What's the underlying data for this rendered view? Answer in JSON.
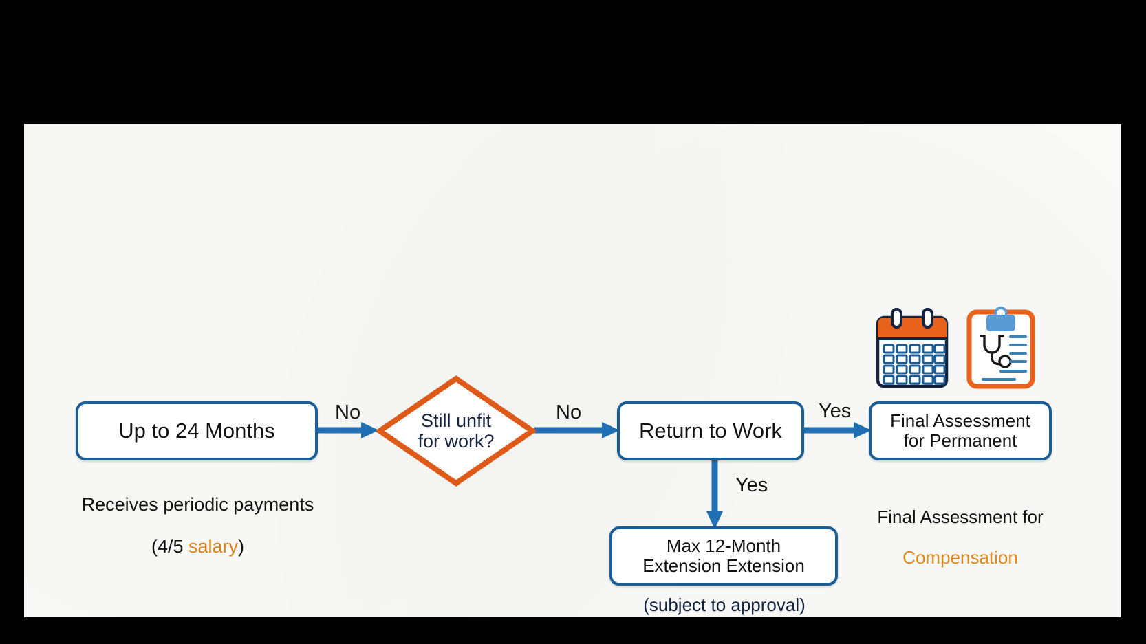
{
  "slide": {
    "background_color": "#fbfbf9",
    "letterbox_color": "#000000"
  },
  "palette": {
    "node_border_blue": "#1B5E96",
    "arrow_blue": "#1F6FB2",
    "diamond_orange": "#DD5A18",
    "accent_orange": "#D98218",
    "text_dark": "#111111",
    "text_navy": "#16233f"
  },
  "nodes": {
    "up_to_24_months": {
      "label": "Up to 24 Months"
    },
    "still_unfit": {
      "label": "Still unfit\nfor work?"
    },
    "return_to_work": {
      "label": "Return to Work"
    },
    "final_assessment": {
      "label": "Final Assessment\nfor Permanent"
    },
    "max_extension": {
      "label": "Max 12-Month\nExtension Extension"
    }
  },
  "captions": {
    "periodic_payments": {
      "line1": "Receives periodic payments",
      "line2_prefix": "(4/5 ",
      "line2_accent": "salary",
      "line2_suffix": ")"
    },
    "final_assessment": {
      "line1": "Final Assessment for",
      "line2_accent": "Compensation"
    },
    "approval": {
      "text": "(subject to approval)"
    }
  },
  "arrow_labels": {
    "no_1": "No",
    "no_2": "No",
    "yes_1": "Yes",
    "yes_2": "Yes"
  },
  "icons": {
    "calendar": {
      "name": "calendar-icon",
      "header_color": "#E8621C",
      "body_color": "#ffffff",
      "cell_border_color": "#1B5E96",
      "outline_color": "#16233f",
      "grid_columns": 5,
      "grid_rows": 4
    },
    "clipboard": {
      "name": "medical-clipboard-icon",
      "frame_color": "#E8621C",
      "clip_color": "#5B9BD5",
      "page_color": "#ffffff",
      "line_color": "#3C7FB1",
      "stethoscope_color": "#1a1a1a",
      "text_lines": 6
    }
  }
}
